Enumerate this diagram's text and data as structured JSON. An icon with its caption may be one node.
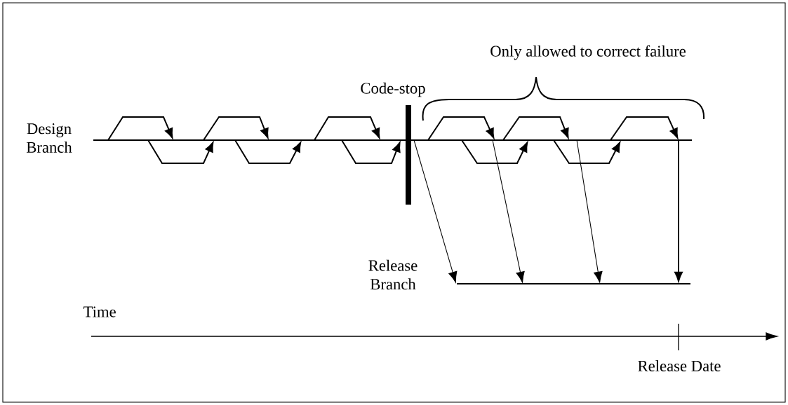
{
  "diagram": {
    "nodes": [
      {
        "text": [],
        "shape": "bar",
        "beside": [
          "Design Branch"
        ]
      },
      {
        "text": [],
        "shape": "bar"
      }
    ],
    "edges": [
      {
        "from": 0,
        "to": 0,
        "arrow": "to"
      },
      {
        "from": 0,
        "to": 0,
        "arrow": "to"
      },
      {
        "from": 0,
        "to": 0,
        "arrow": "to"
      },
      {
        "from": 0,
        "to": 0,
        "arrow": "to"
      },
      {
        "from": 0,
        "to": 0,
        "arrow": "to"
      },
      {
        "from": 0,
        "to": 0,
        "arrow": "to"
      },
      {
        "from": 0,
        "to": 0,
        "arrow": "to"
      },
      {
        "from": 0,
        "to": 0,
        "arrow": "to"
      },
      {
        "from": 0,
        "to": 0,
        "arrow": "to"
      },
      {
        "from": 0,
        "to": 0,
        "arrow": "to"
      },
      {
        "from": 0,
        "to": 0,
        "arrow": "to"
      },
      {
        "from": 0,
        "to": 1,
        "arrow": "to"
      },
      {
        "from": 0,
        "to": 1,
        "arrow": "to"
      },
      {
        "from": 0,
        "to": 1,
        "arrow": "to"
      },
      {
        "from": 0,
        "to": 1,
        "arrow": "to"
      }
    ],
    "labels": [
      "Only allowed to correct failure",
      "Code-stop",
      "Release Branch",
      "Time",
      "Release Date"
    ]
  }
}
